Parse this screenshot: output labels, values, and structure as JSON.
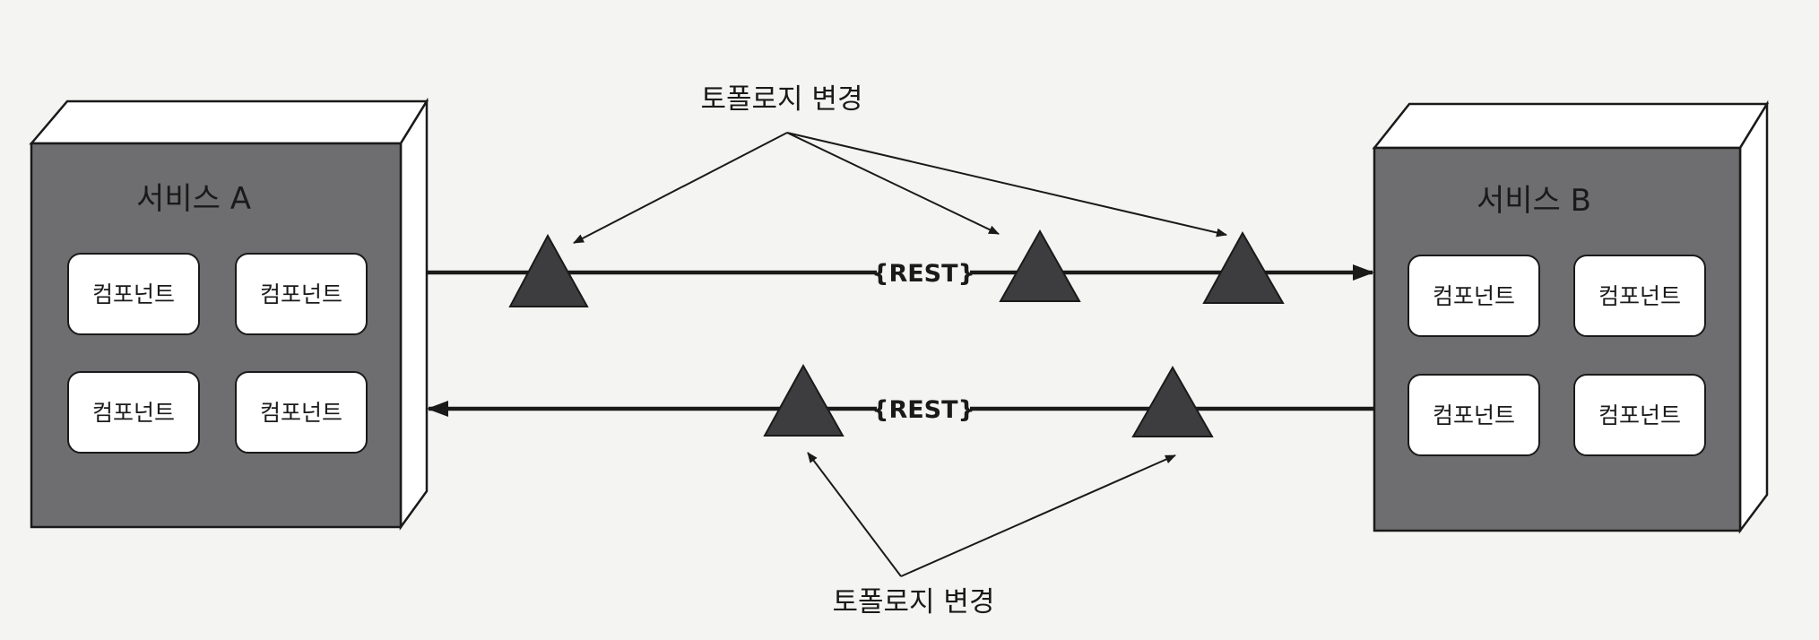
{
  "service_a": {
    "title": "서비스 A",
    "components": [
      "컴포넌트",
      "컴포넌트",
      "컴포넌트",
      "컴포넌트"
    ]
  },
  "service_b": {
    "title": "서비스 B",
    "components": [
      "컴포넌트",
      "컴포넌트",
      "컴포넌트",
      "컴포넌트"
    ]
  },
  "links": {
    "top_protocol": "{REST}",
    "bottom_protocol": "{REST}"
  },
  "annotations": {
    "top": "토폴로지 변경",
    "bottom": "토폴로지 변경"
  },
  "colors": {
    "box_front": "#6e6e70",
    "box_top": "#ffffff",
    "box_side": "#ffffff",
    "outline": "#1a1a1a",
    "component_fill": "#ffffff",
    "triangle_fill": "#3d3d3f",
    "background": "#f4f4f2"
  }
}
